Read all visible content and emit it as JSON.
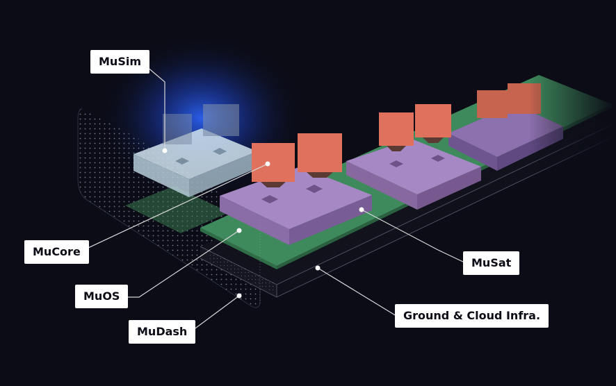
{
  "diagram": {
    "layers": [
      {
        "id": "musim",
        "label": "MuSim"
      },
      {
        "id": "mucore",
        "label": "MuCore"
      },
      {
        "id": "muos",
        "label": "MuOS"
      },
      {
        "id": "mudash",
        "label": "MuDash"
      },
      {
        "id": "musat",
        "label": "MuSat"
      },
      {
        "id": "ground",
        "label": "Ground & Cloud Infra."
      }
    ],
    "colors": {
      "background": "#0b0c16",
      "module_purple": "#a688c4",
      "board_green": "#3f8a5c",
      "cube_coral": "#e0715c",
      "sim_glass": "#d2e4ee",
      "glow_blue": "#2d66ff",
      "label_bg": "#ffffff",
      "leader_line": "#d8d8d8"
    }
  }
}
